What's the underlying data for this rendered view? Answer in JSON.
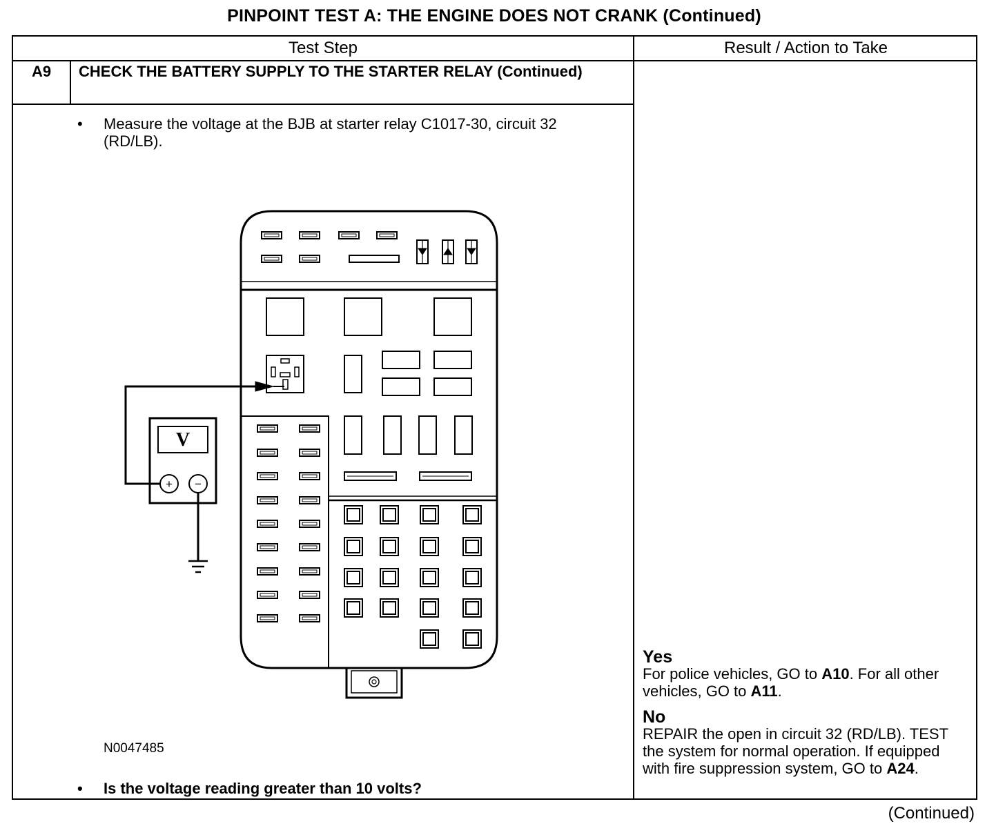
{
  "page": {
    "title": "PINPOINT TEST A: THE ENGINE DOES NOT CRANK (Continued)",
    "footer_continued": "(Continued)"
  },
  "table": {
    "col_headers": [
      "Test Step",
      "Result / Action to Take"
    ],
    "step": {
      "id": "A9",
      "title": "CHECK THE BATTERY SUPPLY TO THE STARTER RELAY (Continued)",
      "instruction": "Measure the voltage at the BJB at starter relay C1017-30, circuit 32 (RD/LB).",
      "figure_id": "N0047485",
      "question": "Is the voltage reading greater than 10 volts?"
    },
    "results": {
      "yes_head": "Yes",
      "yes_text_1": "For police vehicles, GO to ",
      "yes_ref_1": "A10",
      "yes_text_2": ". For all other vehicles, GO to ",
      "yes_ref_2": "A11",
      "yes_text_3": ".",
      "no_head": "No",
      "no_text_1": "REPAIR the open in circuit 32 (RD/LB). TEST the system for normal operation. If equipped with fire suppression system, GO to ",
      "no_ref_1": "A24",
      "no_text_2": "."
    }
  },
  "figure": {
    "meter_symbol": "V",
    "plus_symbol": "+",
    "minus_symbol": "−"
  }
}
